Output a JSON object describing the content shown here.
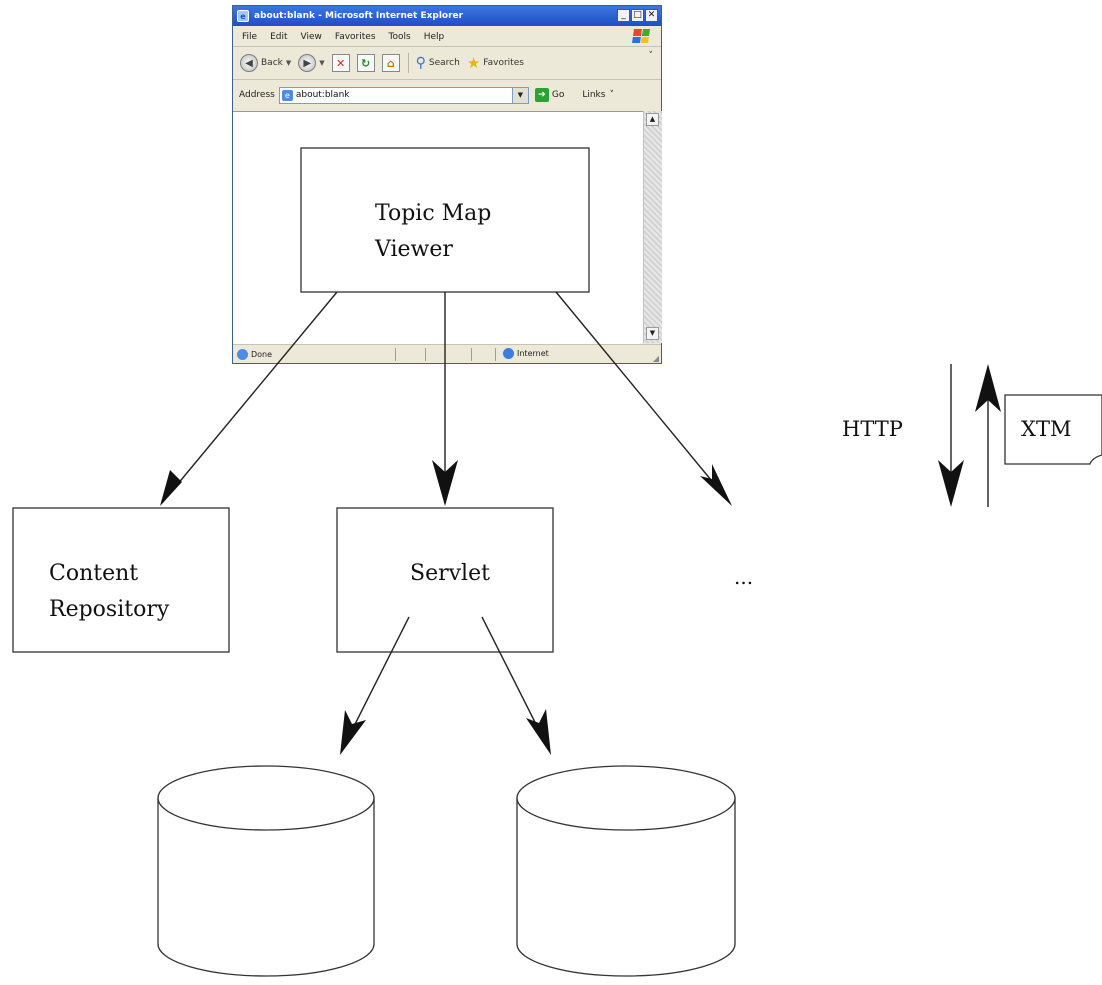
{
  "browser": {
    "title": "about:blank - Microsoft Internet Explorer",
    "menu": [
      "File",
      "Edit",
      "View",
      "Favorites",
      "Tools",
      "Help"
    ],
    "toolbar": {
      "back": "Back",
      "search": "Search",
      "favorites": "Favorites"
    },
    "address_label": "Address",
    "address_value": "about:blank",
    "go_label": "Go",
    "links_label": "Links",
    "status_text": "Done",
    "zone_text": "Internet"
  },
  "diagram": {
    "viewer_lines": [
      "Topic Map",
      "Viewer"
    ],
    "repository_lines": [
      "Content",
      "Repository"
    ],
    "servlet_label": "Servlet",
    "ellipsis": "...",
    "http_label": "HTTP",
    "xtm_label": "XTM"
  }
}
